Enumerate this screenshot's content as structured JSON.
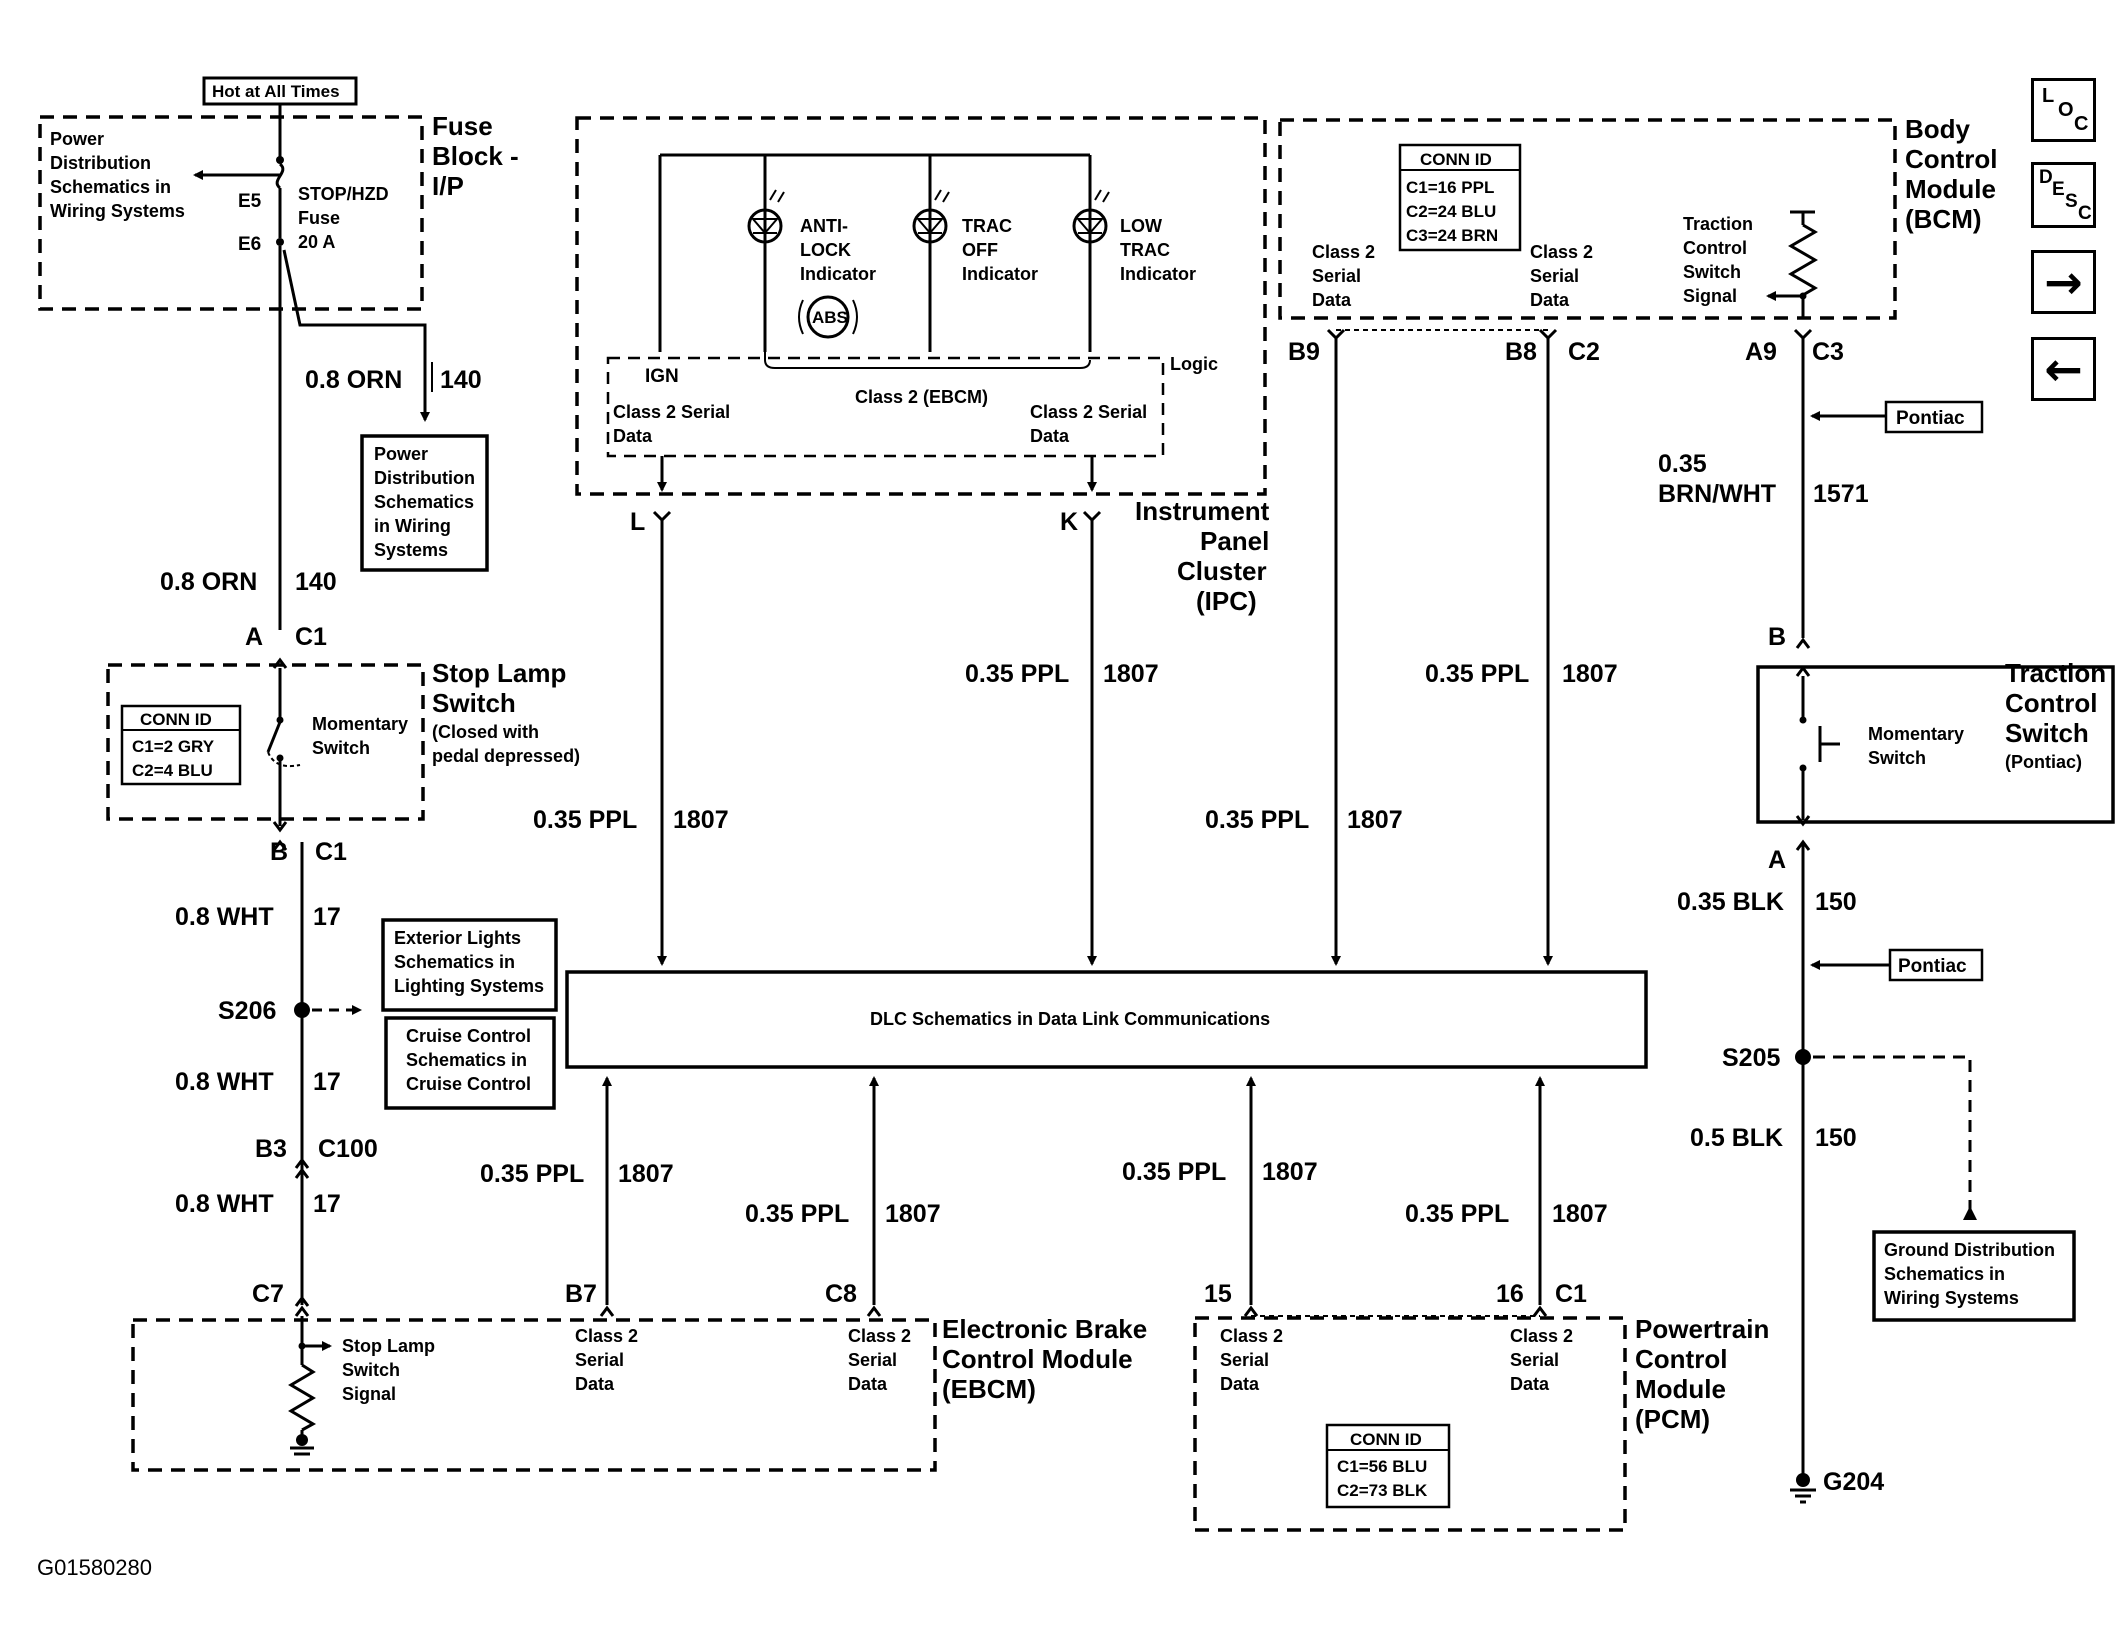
{
  "header_tag": "Hot at All Times",
  "fuse_block": {
    "title": [
      "Fuse",
      "Block -",
      "I/P"
    ],
    "power_dist_note": [
      "Power",
      "Distribution",
      "Schematics in",
      "Wiring Systems"
    ],
    "pin_e5": "E5",
    "pin_e6": "E6",
    "fuse_label": [
      "STOP/HZD",
      "Fuse",
      "20 A"
    ]
  },
  "power_dist_box": [
    "Power",
    "Distribution",
    "Schematics",
    "in Wiring",
    "Systems"
  ],
  "wire_orn_140_a": {
    "gauge": "0.8 ORN",
    "circuit": "140"
  },
  "wire_orn_140_b": {
    "gauge": "0.8 ORN",
    "circuit": "140"
  },
  "stop_lamp_switch": {
    "title": [
      "Stop Lamp",
      "Switch"
    ],
    "note": [
      "(Closed with",
      "pedal depressed)"
    ],
    "conn_title": "CONN ID",
    "conn_lines": [
      "C1=2 GRY",
      "C2=4 BLU"
    ],
    "switch_label": [
      "Momentary",
      "Switch"
    ],
    "top_pin": "A",
    "top_conn": "C1",
    "bot_pin": "B",
    "bot_conn": "C1"
  },
  "wire_wht_17_a": {
    "gauge": "0.8 WHT",
    "circuit": "17"
  },
  "splice_s206": "S206",
  "exterior_lights_box": [
    "Exterior Lights",
    "Schematics in",
    "Lighting Systems"
  ],
  "cruise_box": [
    "Cruise Control",
    "Schematics in",
    "Cruise Control"
  ],
  "wire_wht_17_b": {
    "gauge": "0.8 WHT",
    "circuit": "17"
  },
  "c100": {
    "pin": "B3",
    "conn": "C100"
  },
  "wire_wht_17_c": {
    "gauge": "0.8 WHT",
    "circuit": "17"
  },
  "ipc": {
    "title": [
      "Instrument",
      "Panel",
      "Cluster",
      "(IPC)"
    ],
    "lamps": [
      {
        "label": [
          "ANTI-",
          "LOCK",
          "Indicator"
        ]
      },
      {
        "label": [
          "TRAC",
          "OFF",
          "Indicator"
        ]
      },
      {
        "label": [
          "LOW",
          "TRAC",
          "Indicator"
        ]
      }
    ],
    "abs": "ABS",
    "ign": "IGN",
    "logic": "Logic",
    "class2_ebcm": "Class 2 (EBCM)",
    "class2_left": [
      "Class 2 Serial",
      "Data"
    ],
    "class2_right": [
      "Class 2 Serial",
      "Data"
    ],
    "pin_l": "L",
    "pin_k": "K"
  },
  "bcm": {
    "title": [
      "Body",
      "Control",
      "Module",
      "(BCM)"
    ],
    "conn_title": "CONN ID",
    "conn_lines": [
      "C1=16 PPL",
      "C2=24 BLU",
      "C3=24 BRN"
    ],
    "class2_left": [
      "Class 2",
      "Serial",
      "Data"
    ],
    "class2_right": [
      "Class 2",
      "Serial",
      "Data"
    ],
    "tcs_signal": [
      "Traction",
      "Control",
      "Switch",
      "Signal"
    ],
    "pin_b9": "B9",
    "pin_b8": "B8",
    "conn_c2": "C2",
    "pin_a9": "A9",
    "conn_c3": "C3"
  },
  "wire_ppl_1807": {
    "gauge": "0.35 PPL",
    "circuit": "1807"
  },
  "dlc_box": "DLC Schematics in Data Link Communications",
  "pontiac_tag": "Pontiac",
  "wire_brn_wht": {
    "gauge": [
      "0.35",
      "BRN/WHT"
    ],
    "circuit": "1571"
  },
  "traction_switch": {
    "title": [
      "Traction",
      "Control",
      "Switch"
    ],
    "note": "(Pontiac)",
    "switch_label": [
      "Momentary",
      "Switch"
    ],
    "top_pin": "B",
    "bot_pin": "A"
  },
  "wire_blk_150_a": {
    "gauge": "0.35 BLK",
    "circuit": "150"
  },
  "splice_s205": "S205",
  "wire_blk_150_b": {
    "gauge": "0.5 BLK",
    "circuit": "150"
  },
  "ground_box": [
    "Ground Distribution",
    "Schematics in",
    "Wiring Systems"
  ],
  "ground_g204": "G204",
  "ebcm": {
    "title": [
      "Electronic Brake",
      "Control Module",
      "(EBCM)"
    ],
    "pin_c7": "C7",
    "pin_b7": "B7",
    "pin_c8": "C8",
    "stop_signal": [
      "Stop Lamp",
      "Switch",
      "Signal"
    ],
    "class2_a": [
      "Class 2",
      "Serial",
      "Data"
    ],
    "class2_b": [
      "Class 2",
      "Serial",
      "Data"
    ]
  },
  "pcm": {
    "title": [
      "Powertrain",
      "Control",
      "Module",
      "(PCM)"
    ],
    "pin_15": "15",
    "pin_16": "16",
    "conn_c1": "C1",
    "class2_a": [
      "Class 2",
      "Serial",
      "Data"
    ],
    "class2_b": [
      "Class 2",
      "Serial",
      "Data"
    ],
    "conn_title": "CONN ID",
    "conn_lines": [
      "C1=56 BLU",
      "C2=73 BLK"
    ]
  },
  "figure_id": "G01580280",
  "nav": {
    "loc": [
      "L",
      "O",
      "C"
    ],
    "desc": [
      "D",
      "E",
      "S",
      "C"
    ],
    "next": "→",
    "prev": "←"
  }
}
